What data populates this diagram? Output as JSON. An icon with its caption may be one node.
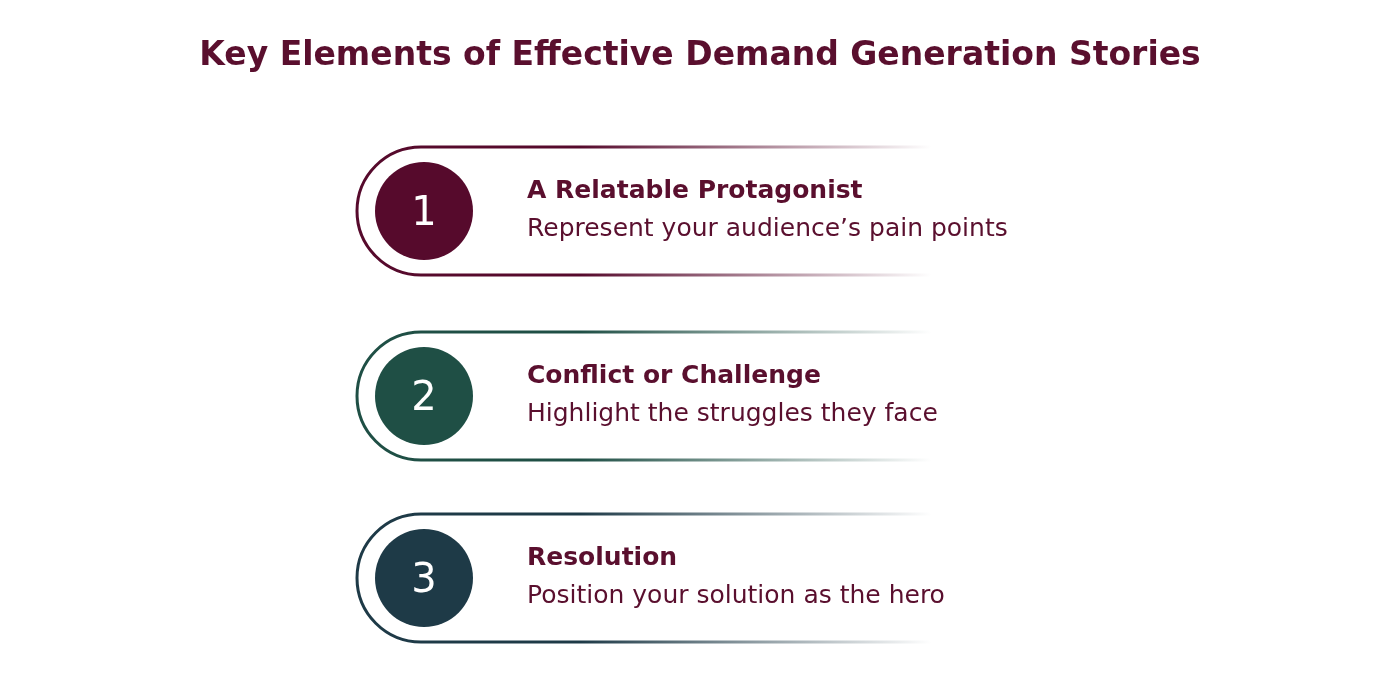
{
  "diagram": {
    "title": "Key Elements of Effective Demand Generation Stories",
    "nodes": [
      {
        "text": [
          "A Relatable Protagonist",
          "Represent your audience’s pain points"
        ]
      },
      {
        "text": [
          "1"
        ],
        "in": 0
      },
      {
        "text": [
          "Conflict or Challenge",
          "Highlight the struggles they face"
        ]
      },
      {
        "text": [
          "2"
        ],
        "in": 2
      },
      {
        "text": [
          "Resolution",
          "Position your solution as the hero"
        ]
      },
      {
        "text": [
          "3"
        ],
        "in": 4
      }
    ],
    "edges": []
  }
}
